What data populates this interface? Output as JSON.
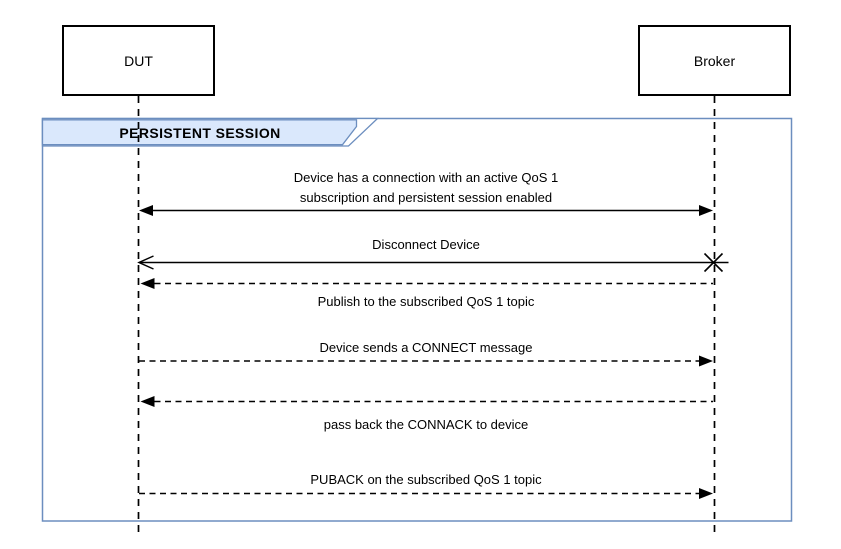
{
  "frame": {
    "title": "PERSISTENT SESSION"
  },
  "actors": [
    {
      "name": "DUT"
    },
    {
      "name": "Broker"
    }
  ],
  "messages": [
    {
      "lines": [
        "Device has a connection with an active QoS 1",
        "subscription and persistent session enabled"
      ],
      "from": "DUT",
      "to": "Broker",
      "line_style": "solid",
      "arrow_ends": "filled-arrow-both-ends",
      "label_position": "above"
    },
    {
      "lines": [
        "Disconnect Device"
      ],
      "from": "Broker",
      "to": "DUT",
      "line_style": "solid",
      "arrow_ends": "open-arrow-left-cross-right",
      "label_position": "above"
    },
    {
      "lines": [
        "Publish to the subscribed QoS 1 topic"
      ],
      "from": "Broker",
      "to": "DUT",
      "line_style": "dashed",
      "arrow_ends": "filled-arrow-left",
      "label_position": "below"
    },
    {
      "lines": [
        "Device sends a CONNECT message"
      ],
      "from": "DUT",
      "to": "Broker",
      "line_style": "dashed",
      "arrow_ends": "filled-arrow-right",
      "label_position": "above"
    },
    {
      "lines": [
        "pass back the CONNACK to device"
      ],
      "from": "Broker",
      "to": "DUT",
      "line_style": "dashed",
      "arrow_ends": "filled-arrow-left",
      "label_position": "below"
    },
    {
      "lines": [
        "PUBACK on the subscribed QoS 1 topic"
      ],
      "from": "DUT",
      "to": "Broker",
      "line_style": "dashed",
      "arrow_ends": "filled-arrow-right",
      "label_position": "above"
    }
  ],
  "colors": {
    "frame_border": "#6c8ebf",
    "frame_fill": "#dae8fc",
    "line_color": "#000000",
    "text_color": "#000000",
    "background": "#ffffff"
  }
}
